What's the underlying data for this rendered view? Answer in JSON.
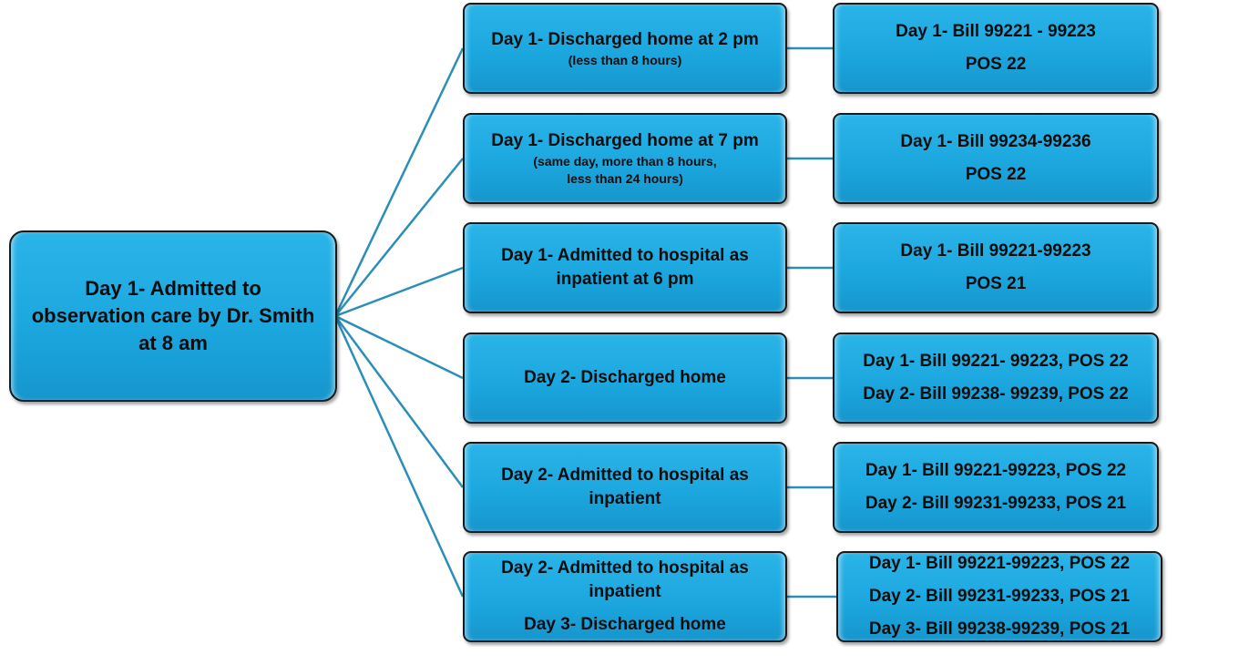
{
  "root": {
    "lines": [
      "Day 1- Admitted to",
      "observation care by Dr. Smith",
      "at 8 am"
    ]
  },
  "scenarios": [
    {
      "outcome": {
        "main": [
          "Day 1- Discharged home at 2 pm"
        ],
        "sub": [
          "(less than 8 hours)"
        ]
      },
      "billing": [
        "Day 1- Bill 99221 - 99223",
        "POS 22"
      ]
    },
    {
      "outcome": {
        "main": [
          "Day 1- Discharged home at 7 pm"
        ],
        "sub": [
          "(same day, more than 8 hours,",
          "less than 24 hours)"
        ]
      },
      "billing": [
        "Day 1- Bill 99234-99236",
        "POS 22"
      ]
    },
    {
      "outcome": {
        "main": [
          "Day 1- Admitted to hospital as",
          "inpatient at 6 pm"
        ],
        "sub": []
      },
      "billing": [
        "Day 1- Bill 99221-99223",
        "POS 21"
      ]
    },
    {
      "outcome": {
        "main": [
          "Day 2- Discharged home"
        ],
        "sub": []
      },
      "billing": [
        "Day 1- Bill 99221- 99223, POS 22",
        "Day 2- Bill 99238- 99239, POS 22"
      ]
    },
    {
      "outcome": {
        "main": [
          "Day 2- Admitted to hospital as",
          "inpatient"
        ],
        "sub": []
      },
      "billing": [
        "Day 1- Bill 99221-99223, POS 22",
        "Day 2- Bill 99231-99233, POS 21"
      ]
    },
    {
      "outcome": {
        "main": [
          "Day 2- Admitted to hospital as",
          "inpatient",
          "Day 3- Discharged home"
        ],
        "sub": []
      },
      "billing": [
        "Day 1- Bill 99221-99223, POS 22",
        "Day 2- Bill 99231-99233, POS 21",
        "Day 3- Bill 99238-99239, POS 21"
      ]
    }
  ],
  "colors": {
    "box_fill": "#1ca7df",
    "box_border": "#1a1a1a",
    "connector": "#2a8fb8",
    "text": "#0d0d0d"
  }
}
